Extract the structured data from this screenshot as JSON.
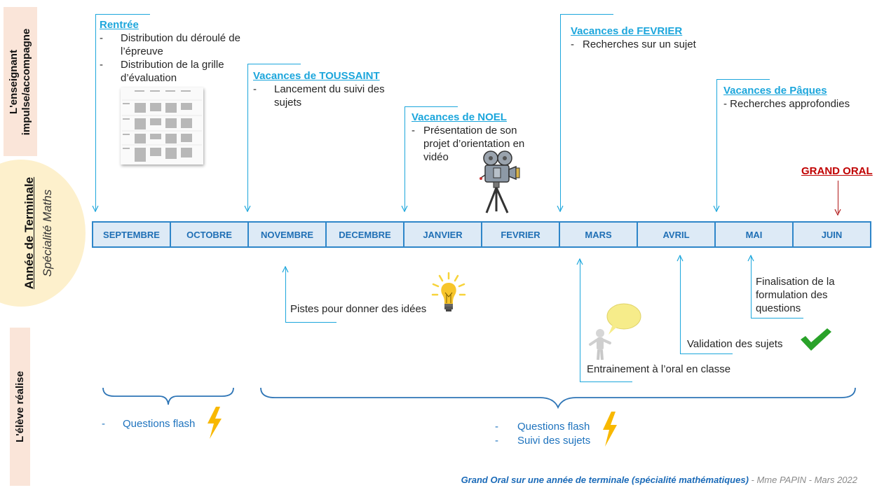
{
  "side_labels": {
    "teacher_line1": "L'enseignant",
    "teacher_line2": "impulse/accompagne",
    "year_title": "Année de Terminale",
    "year_subtitle": "Spécialité Maths",
    "student": "L'élève réalise"
  },
  "top_events": [
    {
      "heading": "Rentrée",
      "items": [
        "Distribution du déroulé de l’épreuve",
        "Distribution de la grille d’évaluation"
      ],
      "icon": "evaluation-grid-image"
    },
    {
      "heading": "Vacances de TOUSSAINT",
      "items": [
        "Lancement du suivi des sujets"
      ]
    },
    {
      "heading": "Vacances de NOEL",
      "items": [
        "Présentation de son projet d’orientation en vidéo"
      ],
      "icon": "movie-camera-icon"
    },
    {
      "heading": "Vacances de FEVRIER",
      "items": [
        "Recherches sur un sujet"
      ]
    },
    {
      "heading": "Vacances de Pâques",
      "items": [
        "- Recherches approfondies"
      ]
    }
  ],
  "grand_oral": "GRAND ORAL",
  "months": [
    "SEPTEMBRE",
    "OCTOBRE",
    "NOVEMBRE",
    "DECEMBRE",
    "JANVIER",
    "FEVRIER",
    "MARS",
    "AVRIL",
    "MAI",
    "JUIN"
  ],
  "bottom_events": [
    {
      "text": "Pistes pour donner des idées",
      "icon": "lightbulb-icon"
    },
    {
      "text": "Entrainement à l’oral en classe",
      "icon": "speaking-person-icon"
    },
    {
      "text": "Validation des sujets",
      "icon": "checkmark-icon"
    },
    {
      "text": "Finalisation de la formulation des questions"
    }
  ],
  "student_activities": {
    "period1": [
      "Questions flash"
    ],
    "period2": [
      "Questions flash",
      "Suivi des sujets"
    ]
  },
  "footer": {
    "main": "Grand Oral sur une année de terminale (spécialité mathématiques)",
    "rest": " - Mme PAPIN - Mars 2022"
  },
  "colors": {
    "accent_blue": "#1ca6dc",
    "month_text": "#1f6fb5",
    "grand_oral_red": "#c00000",
    "side_box": "#fae5d9",
    "year_ellipse": "#fdf0cc"
  }
}
